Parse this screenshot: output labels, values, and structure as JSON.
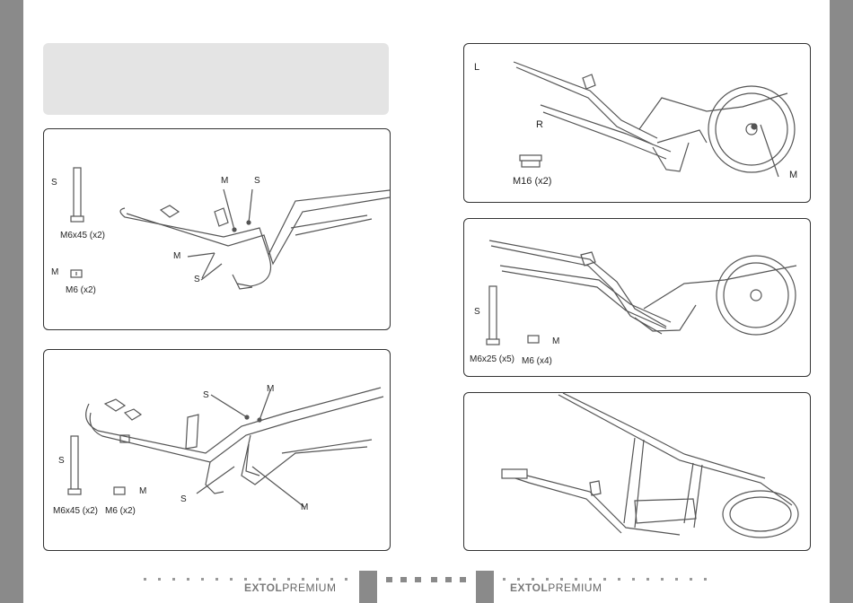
{
  "panel_a": {
    "labels": {
      "s_bolt": "S",
      "bolt_spec": "M6x45 (x2)",
      "m_nut": "M",
      "nut_spec": "M6 (x2)",
      "callout_m1": "M",
      "callout_s1": "S",
      "callout_m2": "M",
      "callout_s2": "S"
    }
  },
  "panel_b": {
    "labels": {
      "callout_s1": "S",
      "callout_m1": "M",
      "s_bolt": "S",
      "callout_s2": "S",
      "callout_m2": "M",
      "bolt_spec": "M6x45 (x2)",
      "nut_spec": "M6 (x2)",
      "m_nut": "M"
    }
  },
  "panel_c": {
    "labels": {
      "left": "L",
      "right": "R",
      "nut_spec": "M16 (x2)",
      "callout_m": "M"
    }
  },
  "panel_d": {
    "labels": {
      "s_bolt": "S",
      "bolt_spec": "M6x25 (x5)",
      "nut_spec": "M6 (x4)",
      "m_nut": "M"
    }
  },
  "footer": {
    "brand_left_bold": "EXTOL",
    "brand_left_light": "PREMIUM",
    "brand_right_bold": "EXTOL",
    "brand_right_light": "PREMIUM"
  }
}
